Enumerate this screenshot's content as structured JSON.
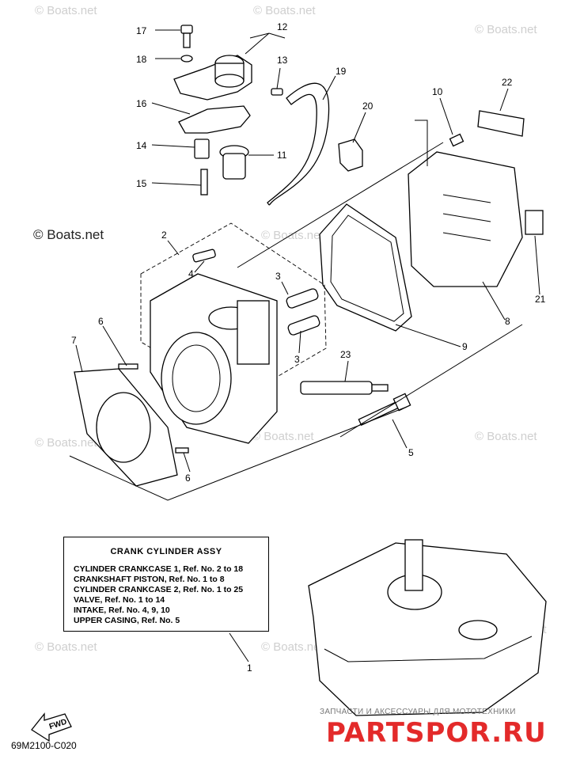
{
  "watermark": "© Boats.net",
  "diagram_code": "69M2100-C020",
  "fwd_label": "FWD",
  "assembly_box": {
    "title": "CRANK CYLINDER ASSY",
    "lines": [
      "CYLINDER CRANKCASE 1,  Ref. No. 2 to 18",
      "CRANKSHAFT PISTON,  Ref. No. 1 to 8",
      "CYLINDER CRANKCASE 2,  Ref. No. 1 to 25",
      "VALVE,  Ref. No. 1 to 14",
      "INTAKE,  Ref. No. 4, 9, 10",
      "UPPER CASING,  Ref. No. 5"
    ]
  },
  "callouts": [
    "17",
    "18",
    "12",
    "13",
    "19",
    "16",
    "14",
    "11",
    "15",
    "20",
    "10",
    "22",
    "2",
    "4",
    "3",
    "3",
    "6",
    "7",
    "23",
    "5",
    "6",
    "9",
    "8",
    "21",
    "1"
  ],
  "branding": {
    "tagline": "ЗАПЧАСТИ И АКСЕССУАРЫ ДЛЯ МОТОТЕХНИКИ",
    "logo": "PARTSPOR.RU"
  }
}
